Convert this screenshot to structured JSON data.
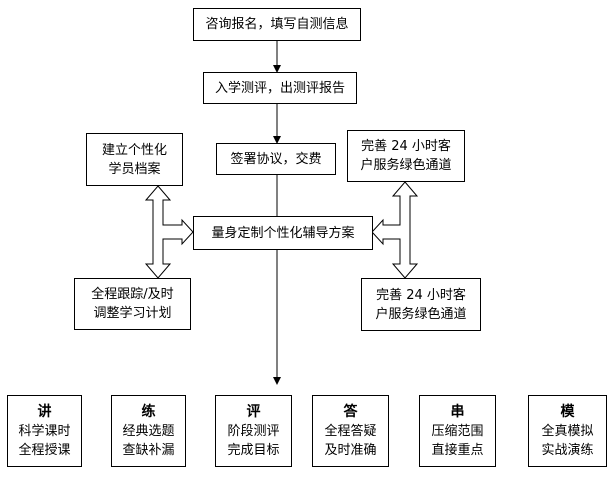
{
  "steps": {
    "register": "咨询报名，填写自测信息",
    "assessment": "入学测评，出测评报告",
    "sign": "签署协议，交费",
    "plan": "量身定制个性化辅导方案"
  },
  "side": {
    "profile": [
      "建立个性化",
      "学员档案"
    ],
    "service_top": [
      "完善 24 小时客",
      "户服务绿色通道"
    ],
    "tracking": [
      "全程跟踪/及时",
      "调整学习计划"
    ],
    "service_bottom": [
      "完善 24 小时客",
      "户服务绿色通道"
    ]
  },
  "modules": [
    {
      "title": "讲",
      "line1": "科学课时",
      "line2": "全程授课"
    },
    {
      "title": "练",
      "line1": "经典选题",
      "line2": "查缺补漏"
    },
    {
      "title": "评",
      "line1": "阶段测评",
      "line2": "完成目标"
    },
    {
      "title": "答",
      "line1": "全程答疑",
      "line2": "及时准确"
    },
    {
      "title": "串",
      "line1": "压缩范围",
      "line2": "直接重点"
    },
    {
      "title": "模",
      "line1": "全真模拟",
      "line2": "实战演练"
    }
  ]
}
